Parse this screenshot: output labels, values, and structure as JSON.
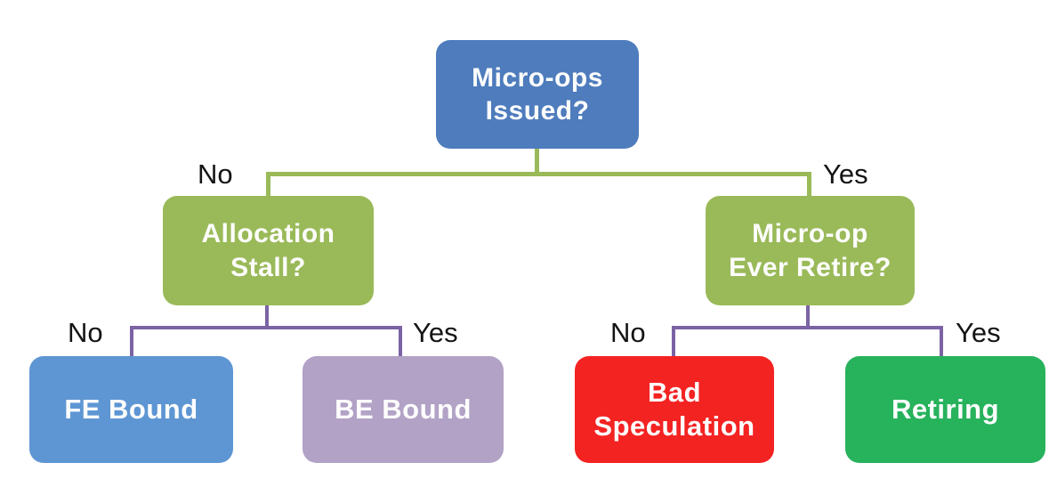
{
  "diagram": {
    "description": "Micro-op issue decision tree (top-down microarchitecture analysis)",
    "background": "#ffffff",
    "text_color": "#fdfdfd",
    "branch_label_color": "#141414",
    "edge_colors": {
      "level1_green": "#9aba59",
      "level2_purple": "#7b63a5"
    },
    "nodes": {
      "root": {
        "lines": [
          "Micro-ops",
          "Issued?"
        ],
        "fill": "#4e7cbd"
      },
      "alloc": {
        "lines": [
          "Allocation",
          "Stall?"
        ],
        "fill": "#9aba59"
      },
      "retire": {
        "lines": [
          "Micro-op",
          "Ever Retire?"
        ],
        "fill": "#9aba59"
      },
      "fe": {
        "lines": [
          "FE Bound"
        ],
        "fill": "#5e96d3"
      },
      "be": {
        "lines": [
          "BE Bound"
        ],
        "fill": "#b2a2c6"
      },
      "bad": {
        "lines": [
          "Bad",
          "Speculation"
        ],
        "fill": "#f32322"
      },
      "ret": {
        "lines": [
          "Retiring"
        ],
        "fill": "#27b25c"
      }
    },
    "edge_labels": {
      "root_no": "No",
      "root_yes": "Yes",
      "alloc_no": "No",
      "alloc_yes": "Yes",
      "retire_no": "No",
      "retire_yes": "Yes"
    }
  }
}
